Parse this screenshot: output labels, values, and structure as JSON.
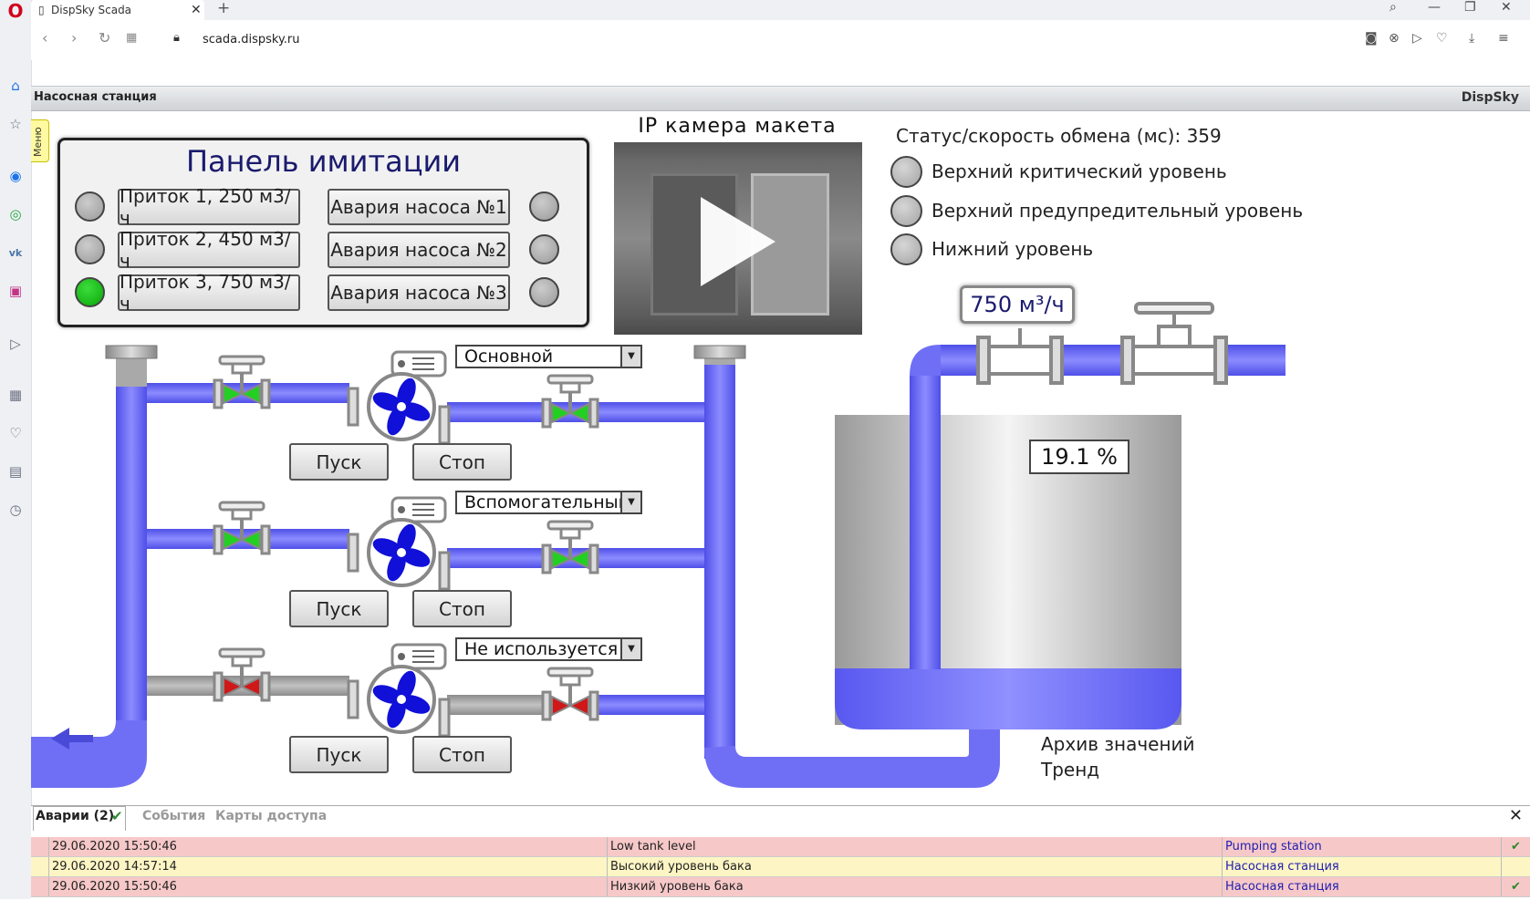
{
  "browser": {
    "tab_title": "DispSky Scada",
    "url": "scada.dispsky.ru"
  },
  "app": {
    "title": "Насосная станция",
    "brand": "DispSky",
    "menu_tab": "Меню"
  },
  "imitation_panel": {
    "title": "Панель имитации",
    "inflows": [
      {
        "label": "Приток 1, 250 м3/ч",
        "active": false
      },
      {
        "label": "Приток 2, 450 м3/ч",
        "active": false
      },
      {
        "label": "Приток 3, 750 м3/ч",
        "active": true
      }
    ],
    "faults": [
      {
        "label": "Авария насоса №1",
        "active": false
      },
      {
        "label": "Авария насоса №2",
        "active": false
      },
      {
        "label": "Авария насоса №3",
        "active": false
      }
    ]
  },
  "camera": {
    "title": "IP камера макета"
  },
  "status": {
    "label": "Статус/скорость обмена (мс): 359",
    "indicators": [
      {
        "label": "Верхний критический уровень",
        "active": false
      },
      {
        "label": "Верхний предупредительный уровень",
        "active": false
      },
      {
        "label": "Нижний уровень",
        "active": false
      }
    ]
  },
  "flow": {
    "value": "750 м³/ч"
  },
  "tank": {
    "level_text": "19.1 %",
    "level_fraction": 0.191
  },
  "pumps": [
    {
      "mode": "Основной",
      "start": "Пуск",
      "stop": "Стоп",
      "state": "running"
    },
    {
      "mode": "Вспомогательный",
      "start": "Пуск",
      "stop": "Стоп",
      "state": "running"
    },
    {
      "mode": "Не используется",
      "start": "Пуск",
      "stop": "Стоп",
      "state": "disabled"
    }
  ],
  "archive": {
    "line1": "Архив значений",
    "line2": "Тренд"
  },
  "alarms": {
    "tabs": [
      "Аварии (2)",
      "События",
      "Карты доступа"
    ],
    "rows": [
      {
        "time": "29.06.2020 15:50:46",
        "message": "Low tank level",
        "source": "Pumping station",
        "severity": "red",
        "acknowledged": true
      },
      {
        "time": "29.06.2020 14:57:14",
        "message": "Высокий уровень бака",
        "source": "Насосная станция",
        "severity": "yellow",
        "acknowledged": false
      },
      {
        "time": "29.06.2020 15:50:46",
        "message": "Низкий уровень бака",
        "source": "Насосная станция",
        "severity": "red",
        "acknowledged": true
      }
    ]
  },
  "colors": {
    "pipe_active": "#6f6ff5",
    "pipe_inactive": "#a9a9a9",
    "valve_open": "#22d022",
    "valve_closed": "#d01818",
    "lamp_on": "#12b812",
    "pump_fan": "#1010d8",
    "alarm_red": "#f7c8c8",
    "alarm_yellow": "#fdf5c4"
  }
}
